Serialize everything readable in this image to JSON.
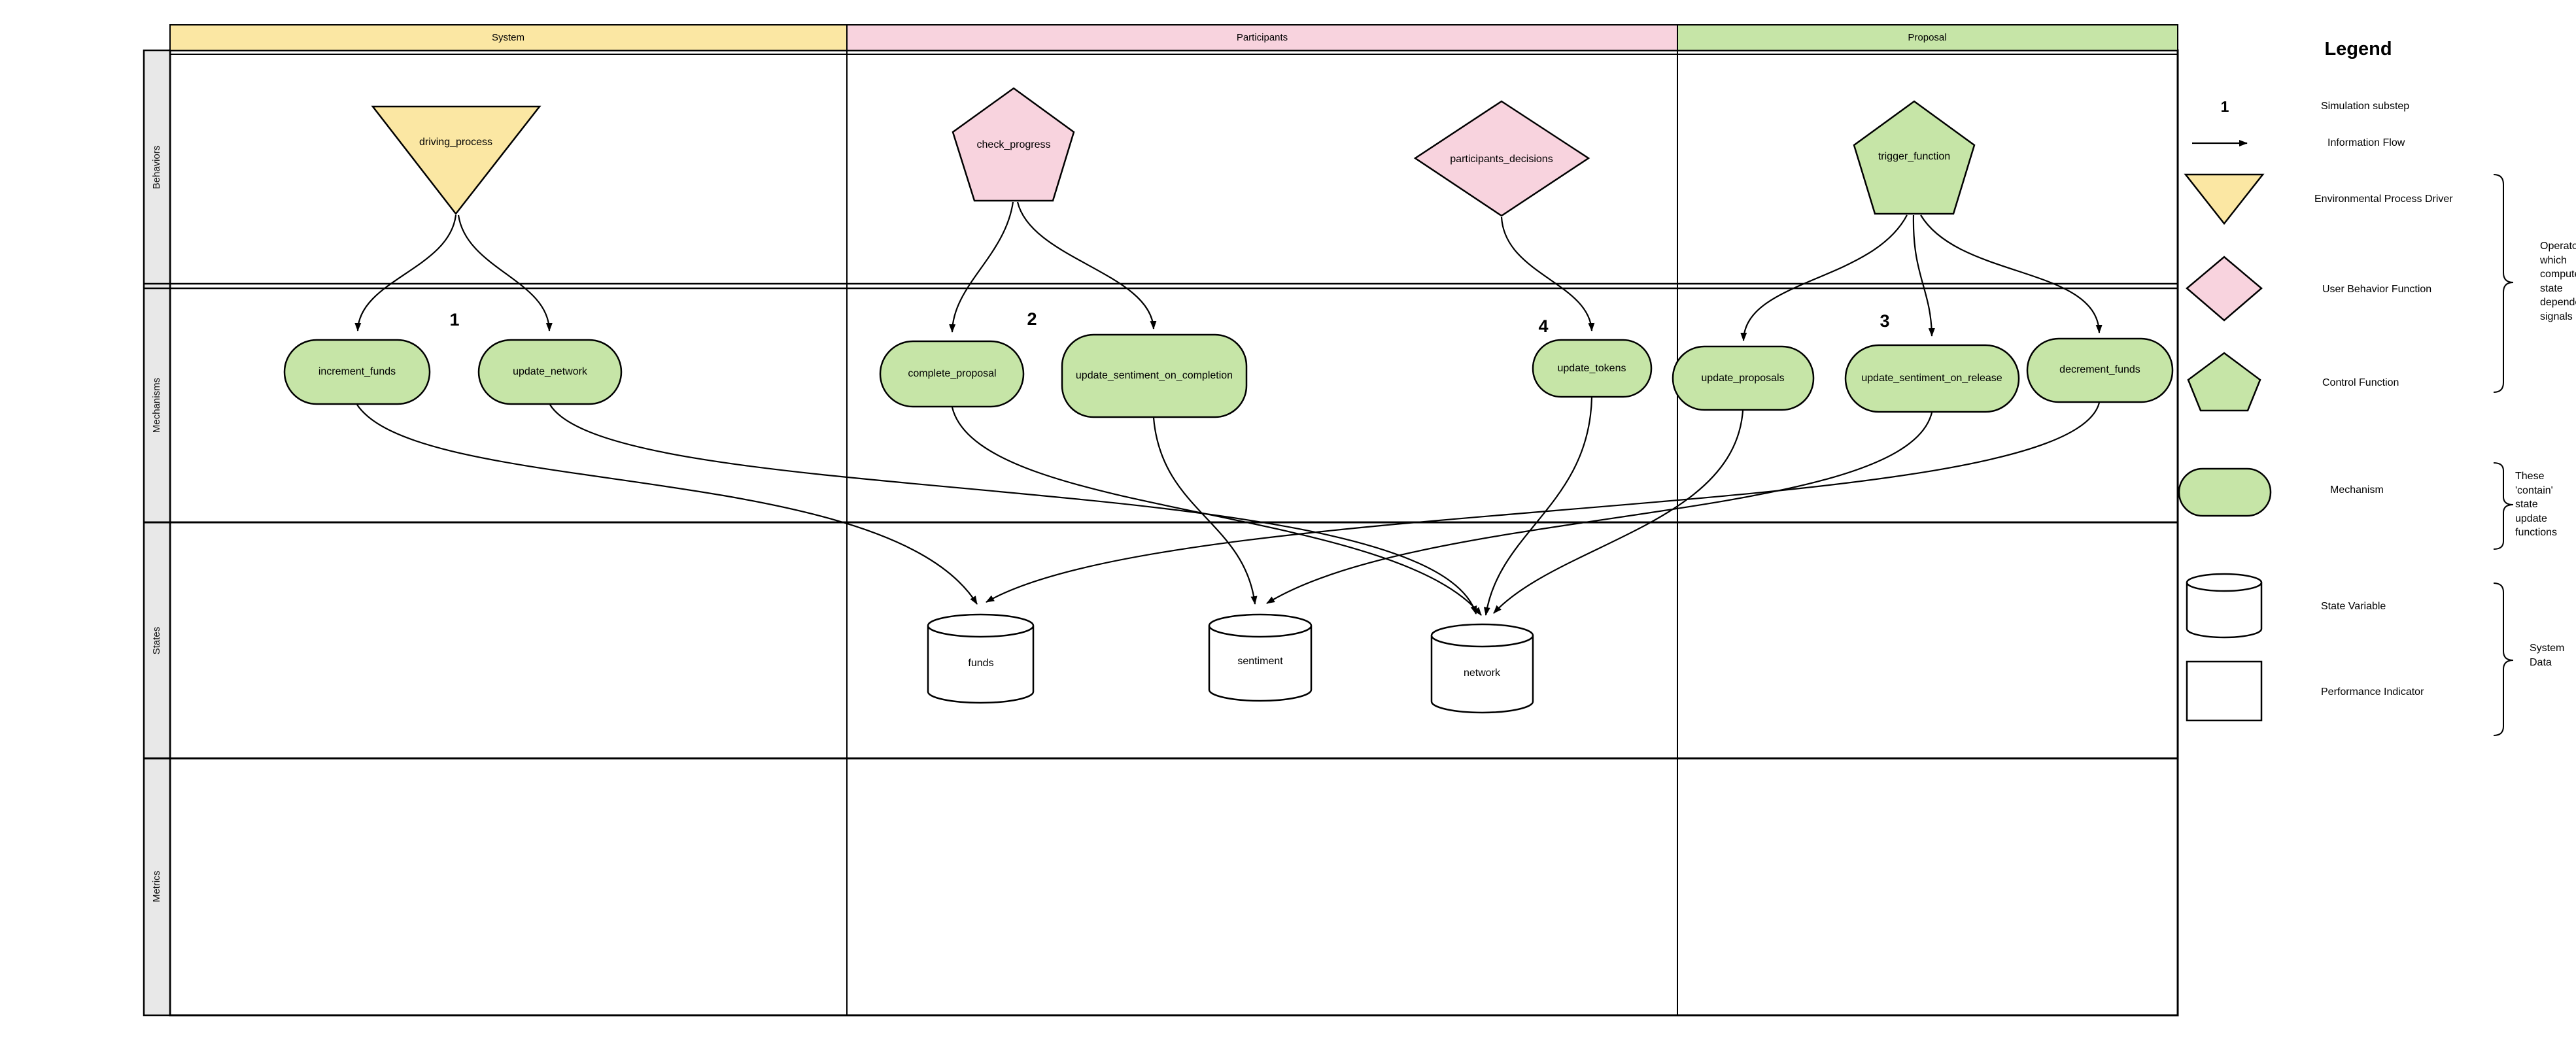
{
  "diagram": {
    "columns": [
      {
        "id": "system",
        "label": "System"
      },
      {
        "id": "participants",
        "label": "Participants"
      },
      {
        "id": "proposal",
        "label": "Proposal"
      }
    ],
    "rows": [
      {
        "id": "behaviors",
        "label": "Behaviors"
      },
      {
        "id": "mechanisms",
        "label": "Mechanisms"
      },
      {
        "id": "states",
        "label": "States"
      },
      {
        "id": "metrics",
        "label": "Metrics"
      }
    ],
    "behaviors": {
      "driving_process": {
        "label": "driving_process",
        "shape": "triangle-down",
        "column": "system"
      },
      "check_progress": {
        "label": "check_progress",
        "shape": "pentagon",
        "column": "participants"
      },
      "participants_decisions": {
        "label": "participants_decisions",
        "shape": "diamond",
        "column": "participants"
      },
      "trigger_function": {
        "label": "trigger_function",
        "shape": "pentagon",
        "column": "proposal"
      }
    },
    "mechanisms": {
      "increment_funds": {
        "label": "increment_funds",
        "column": "system"
      },
      "update_network": {
        "label": "update_network",
        "column": "system"
      },
      "complete_proposal": {
        "label": "complete_proposal",
        "column": "participants"
      },
      "update_sentiment_on_completion": {
        "label": "update_sentiment_on_completion",
        "column": "participants"
      },
      "update_tokens": {
        "label": "update_tokens",
        "column": "participants"
      },
      "update_proposals": {
        "label": "update_proposals",
        "column": "proposal"
      },
      "update_sentiment_on_release": {
        "label": "update_sentiment_on_release",
        "column": "proposal"
      },
      "decrement_funds": {
        "label": "decrement_funds",
        "column": "proposal"
      }
    },
    "states": {
      "funds": {
        "label": "funds",
        "shape": "cylinder"
      },
      "sentiment": {
        "label": "sentiment",
        "shape": "cylinder"
      },
      "network": {
        "label": "network",
        "shape": "cylinder"
      }
    },
    "substeps": [
      {
        "label": "1",
        "column": "system"
      },
      {
        "label": "2",
        "column": "participants"
      },
      {
        "label": "4",
        "column": "participants"
      },
      {
        "label": "3",
        "column": "proposal"
      }
    ],
    "connections": [
      {
        "from": "driving_process",
        "to": "increment_funds"
      },
      {
        "from": "driving_process",
        "to": "update_network"
      },
      {
        "from": "check_progress",
        "to": "complete_proposal"
      },
      {
        "from": "check_progress",
        "to": "update_sentiment_on_completion"
      },
      {
        "from": "participants_decisions",
        "to": "update_tokens"
      },
      {
        "from": "trigger_function",
        "to": "update_proposals"
      },
      {
        "from": "trigger_function",
        "to": "update_sentiment_on_release"
      },
      {
        "from": "trigger_function",
        "to": "decrement_funds"
      },
      {
        "from": "increment_funds",
        "to": "funds"
      },
      {
        "from": "update_network",
        "to": "network"
      },
      {
        "from": "complete_proposal",
        "to": "network"
      },
      {
        "from": "update_sentiment_on_completion",
        "to": "sentiment"
      },
      {
        "from": "update_tokens",
        "to": "network"
      },
      {
        "from": "update_proposals",
        "to": "network"
      },
      {
        "from": "update_sentiment_on_release",
        "to": "sentiment"
      },
      {
        "from": "decrement_funds",
        "to": "funds"
      }
    ]
  },
  "legend": {
    "title": "Legend",
    "items": [
      {
        "icon": "substep-number",
        "symbol": "1",
        "label": "Simulation substep"
      },
      {
        "icon": "flow-arrow",
        "label": "Information Flow"
      },
      {
        "icon": "triangle-down",
        "label": "Environmental Process Driver"
      },
      {
        "icon": "diamond",
        "label": "User Behavior Function"
      },
      {
        "icon": "pentagon",
        "label": "Control Function"
      },
      {
        "icon": "rounded-rect",
        "label": "Mechanism"
      },
      {
        "icon": "cylinder",
        "label": "State Variable"
      },
      {
        "icon": "square",
        "label": "Performance Indicator"
      }
    ],
    "annotations": [
      {
        "text": "Operators\nwhich\ncompute\nstate\ndependent\nsignals"
      },
      {
        "text": "These\n'contain'\nstate\nupdate\nfunctions"
      },
      {
        "text": "System\nData"
      }
    ]
  },
  "colors": {
    "yellow": "#fbe7a3",
    "pink": "#f8d3de",
    "green": "#c6e5a7",
    "label_strip_gray": "#e8e8e8",
    "stroke": "#000000"
  }
}
